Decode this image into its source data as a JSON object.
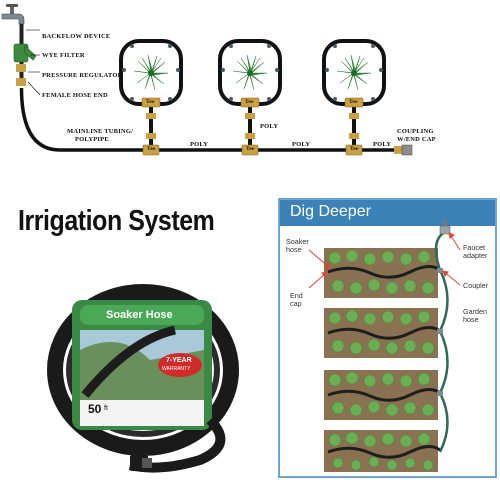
{
  "top_diagram": {
    "labels": {
      "backflow": "BACKFLOW DEVICE",
      "wye": "WYE FILTER",
      "pressure": "PRESSURE REGULATOR",
      "female": "FEMALE HOSE END",
      "mainline_1": "MAINLINE TUBING/",
      "mainline_2": "POLYPIPE",
      "poly": "POLY",
      "coupling_1": "COUPLING",
      "coupling_2": "W/END CAP",
      "tee": "Tee"
    },
    "colors": {
      "tubing": "#111111",
      "fitting": "#c9a042",
      "plant": "#2f8f3a"
    }
  },
  "title": "Irrigation System",
  "package": {
    "brand": "Soaker Hose",
    "badge_1": "7-YEAR",
    "badge_2": "WARRANTY",
    "length": "50",
    "length_unit": "ft"
  },
  "dig_deeper": {
    "title": "Dig Deeper",
    "labels": {
      "soaker": "Soaker\nhose",
      "endcap": "End\ncap",
      "faucet": "Faucet\nadapter",
      "coupler": "Coupler",
      "garden": "Garden\nhose"
    },
    "colors": {
      "header": "#3a82b8",
      "frame": "#6fa6cf",
      "soil": "#8a7152",
      "plant": "#6cae54",
      "hose": "#2e6b52",
      "arrow": "#d9463c"
    }
  }
}
